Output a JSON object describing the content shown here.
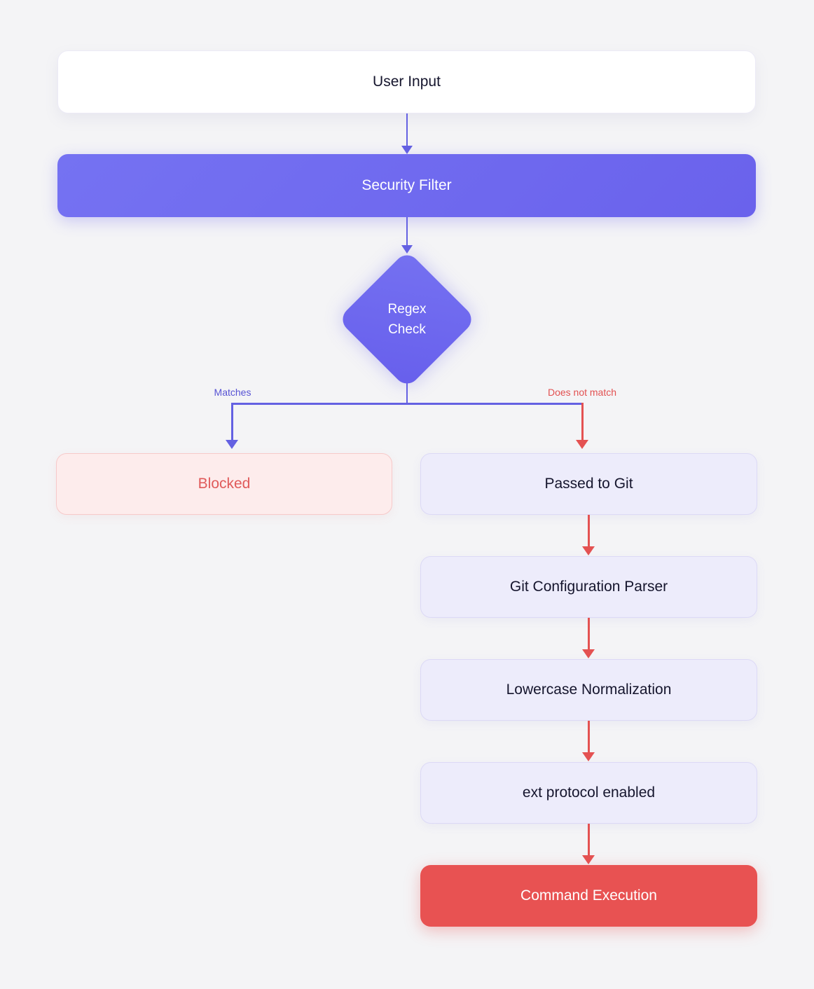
{
  "diagram_type": "flowchart",
  "nodes": {
    "user_input": {
      "label": "User Input"
    },
    "security_filter": {
      "label": "Security Filter"
    },
    "regex_check": {
      "line1": "Regex",
      "line2": "Check"
    },
    "blocked": {
      "label": "Blocked"
    },
    "passed_to_git": {
      "label": "Passed to Git"
    },
    "git_configuration_parser": {
      "label": "Git Configuration Parser"
    },
    "lowercase_normalization": {
      "label": "Lowercase Normalization"
    },
    "ext_protocol_enabled": {
      "label": "ext protocol enabled"
    },
    "command_execution": {
      "label": "Command Execution"
    }
  },
  "edge_labels": {
    "matches": "Matches",
    "does_not_match": "Does not match"
  },
  "edges": [
    {
      "from": "user_input",
      "to": "security_filter"
    },
    {
      "from": "security_filter",
      "to": "regex_check"
    },
    {
      "from": "regex_check",
      "to": "blocked",
      "label": "Matches"
    },
    {
      "from": "regex_check",
      "to": "passed_to_git",
      "label": "Does not match"
    },
    {
      "from": "passed_to_git",
      "to": "git_configuration_parser"
    },
    {
      "from": "git_configuration_parser",
      "to": "lowercase_normalization"
    },
    {
      "from": "lowercase_normalization",
      "to": "ext_protocol_enabled"
    },
    {
      "from": "ext_protocol_enabled",
      "to": "command_execution"
    }
  ],
  "colors": {
    "background": "#f4f4f6",
    "purple_node": "#6e68ef",
    "purple_line": "#6461e2",
    "red_line": "#e45252",
    "blocked_bg": "#fdecec",
    "blocked_text": "#e05a5a",
    "lavender_bg": "#edecfb",
    "danger_bg": "#e85252",
    "dark_text": "#15152d"
  }
}
